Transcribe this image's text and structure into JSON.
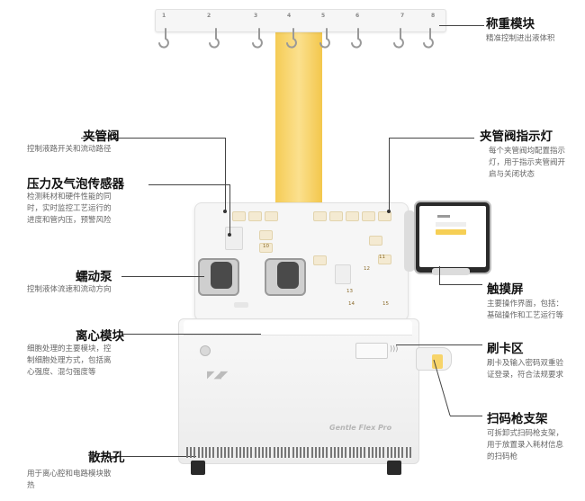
{
  "device": {
    "brand_text": "Gentle Flex Pro",
    "hook_numbers": [
      "1",
      "2",
      "3",
      "4",
      "5",
      "6",
      "7",
      "8"
    ],
    "panel_numbers": [
      "10",
      "11",
      "12",
      "13",
      "14",
      "15"
    ],
    "screen_button_text": "—"
  },
  "callouts": {
    "weighing": {
      "title": "称重模块",
      "desc": [
        "精准控制进出液体积"
      ]
    },
    "pinch_valve": {
      "title": "夹管阀",
      "desc": [
        "控制液路开关和流动路径"
      ]
    },
    "pressure_sensor": {
      "title": "压力及气泡传感器",
      "desc": [
        "检测耗材和硬件性能的同",
        "时，实时监控工艺运行的",
        "进度和管内压，预警风险"
      ]
    },
    "peristaltic_pump": {
      "title": "蠕动泵",
      "desc": [
        "控制液体流速和流动方向"
      ]
    },
    "centrifuge": {
      "title": "离心模块",
      "desc": [
        "细胞处理的主要模块，控",
        "制细胞处理方式，包括离",
        "心强度、混匀强度等"
      ]
    },
    "vent": {
      "title": "散热孔",
      "desc": [
        "用于离心腔和电路模块散",
        "热"
      ]
    },
    "valve_indicator": {
      "title": "夹管阀指示灯",
      "desc": [
        "每个夹管阀均配置指示",
        "灯，用于指示夹管阀开",
        "启与关闭状态"
      ]
    },
    "touchscreen": {
      "title": "触摸屏",
      "desc": [
        "主要操作界面，包括：",
        "基础操作和工艺运行等"
      ]
    },
    "card_reader": {
      "title": "刷卡区",
      "desc": [
        "刷卡及输入密码双重验",
        "证登录，符合法规要求"
      ]
    },
    "scanner_mount": {
      "title": "扫码枪支架",
      "desc": [
        "可拆卸式扫码枪支架，",
        "用于放置录入耗材信息",
        "的扫码枪"
      ]
    }
  },
  "colors": {
    "accent_yellow": "#f7d46a",
    "device_white": "#f4f4f4",
    "leader_line": "#444444"
  }
}
